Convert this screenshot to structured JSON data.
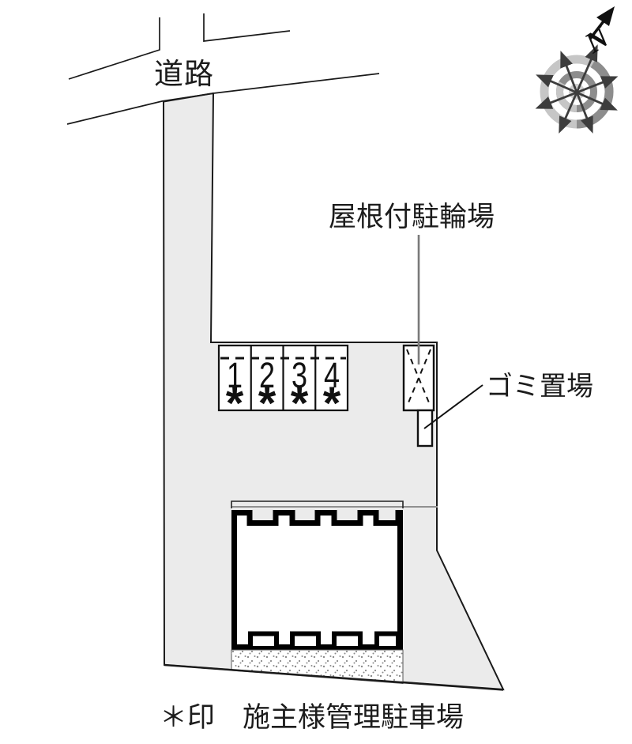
{
  "plan": {
    "labels": {
      "road": "道路",
      "bicycle_parking": "屋根付駐輪場",
      "garbage": "ゴミ置場",
      "legend": "＊印　施主様管理駐車場"
    },
    "compass": {
      "north": "N"
    },
    "parking": {
      "stalls": [
        {
          "number": "1",
          "mark": "*"
        },
        {
          "number": "2",
          "mark": "*"
        },
        {
          "number": "3",
          "mark": "*"
        },
        {
          "number": "4",
          "mark": "*"
        }
      ]
    },
    "colors": {
      "parcel_fill": "#ebebeb",
      "line": "#1a1a1a",
      "building_line": "#000000",
      "gray_line": "#909090",
      "leader_gray": "#7a7a7a",
      "compass_light": "#c6c6c6",
      "compass_dark": "#8d8d8d",
      "stipple_dot": "#8a8a8a"
    }
  }
}
